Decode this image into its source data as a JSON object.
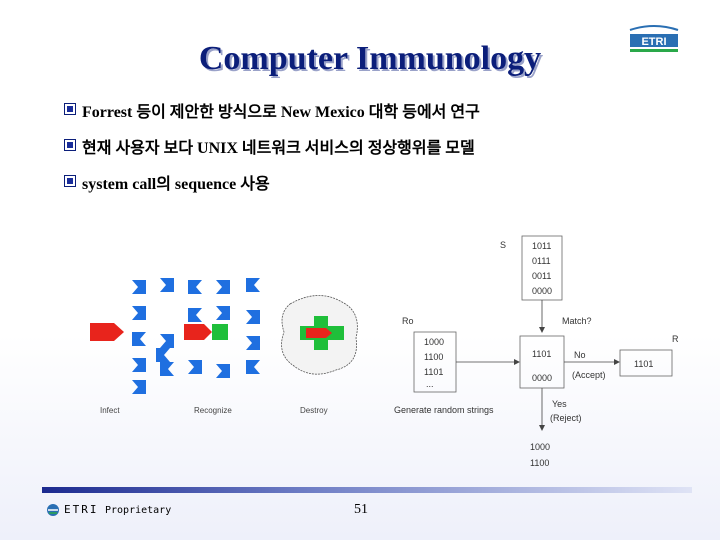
{
  "slide": {
    "title": "Computer Immunology",
    "bullets": [
      "Forrest 등이 제안한 방식으로 New Mexico 대학 등에서 연구",
      "현재 사용자 보다 UNIX 네트워크 서비스의 정상행위를 모델",
      "system call의 sequence 사용"
    ],
    "page_number": "51",
    "footer": {
      "brand": "ETRI",
      "proprietary": "Proprietary"
    },
    "logo": {
      "text": "ETRI",
      "color": "#2a6fb3",
      "accent": "#2aa84a"
    }
  },
  "immune_figure": {
    "labels": [
      "Infect",
      "Recognize",
      "Destroy"
    ],
    "colors": {
      "pathogen": "#e8241c",
      "cell": "#1f6fe0",
      "antibody": "#1fbf3a"
    }
  },
  "flow_diagram": {
    "S_label": "S",
    "S_strings": [
      "1011",
      "0111",
      "0011",
      "0000"
    ],
    "Ro_label": "Ro",
    "Ro_strings": [
      "1000",
      "1100",
      "1101",
      "..."
    ],
    "match_label": "Match?",
    "candidate_top": "1101",
    "candidate_bottom": "0000",
    "no_label": "No",
    "accept_label": "(Accept)",
    "R_label": "R",
    "R_string": "1101",
    "generate_label": "Generate random strings",
    "yes_label": "Yes",
    "reject_label": "(Reject)",
    "rejected_strings": [
      "1000",
      "1100"
    ]
  }
}
